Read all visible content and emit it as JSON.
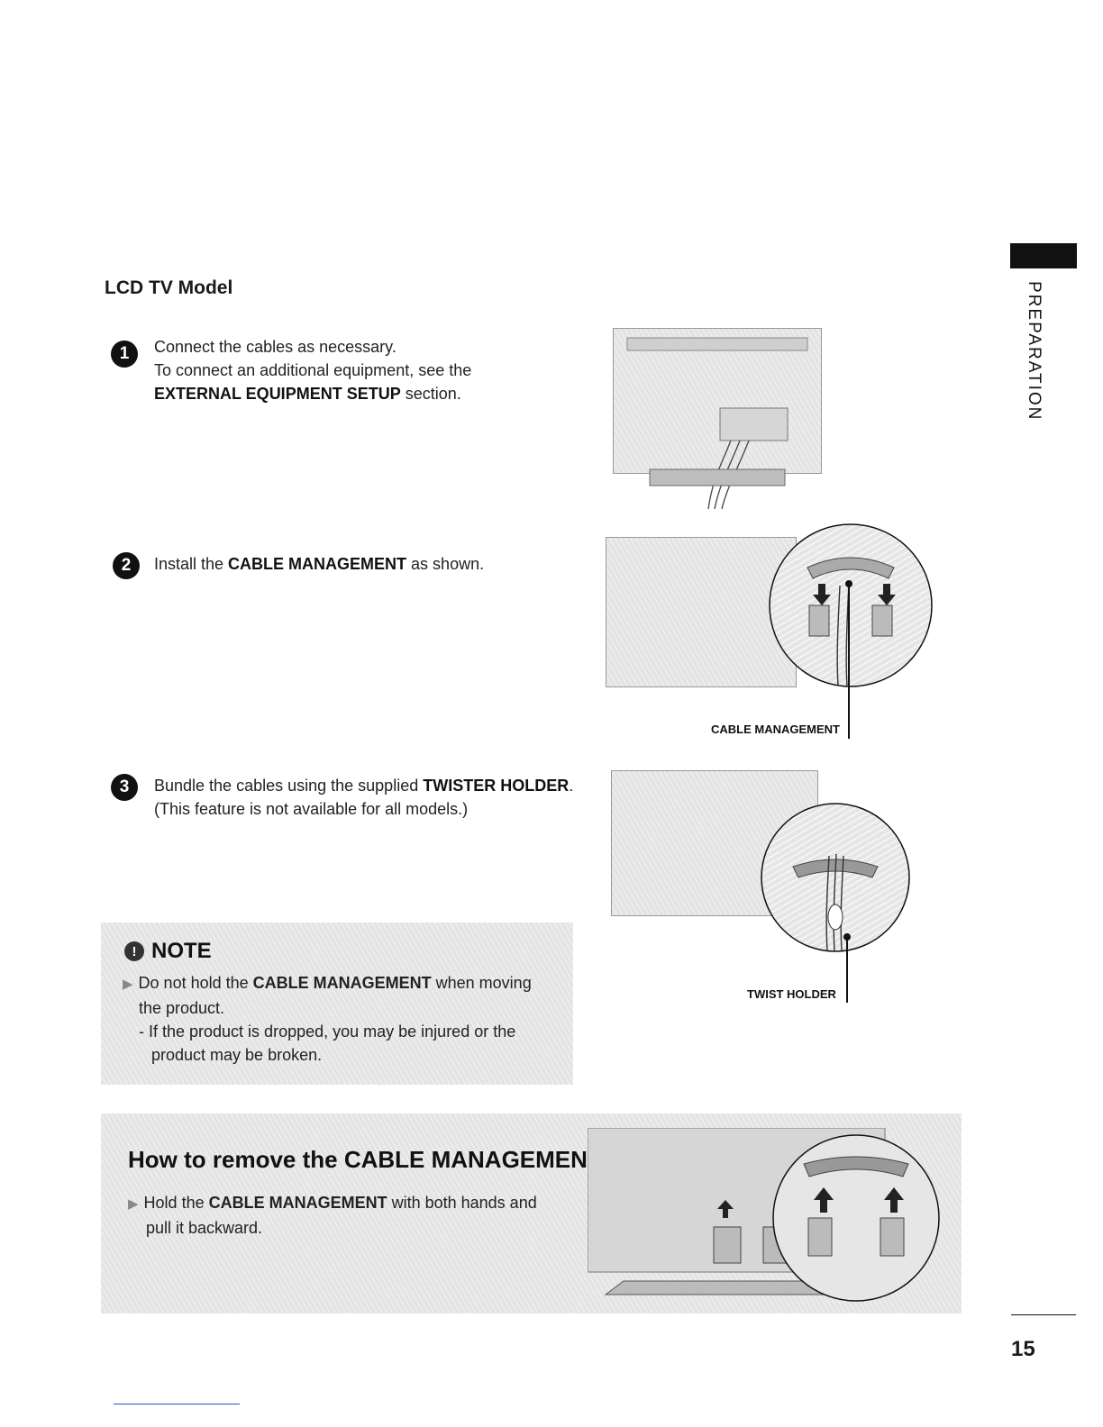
{
  "side_tab": {
    "label": "PREPARATION"
  },
  "section": {
    "title": "LCD TV Model"
  },
  "steps": [
    {
      "number": "1",
      "line1": "Connect the cables as necessary.",
      "line2": "To connect an additional equipment, see the",
      "bold": "EXTERNAL EQUIPMENT SETUP",
      "after": " section."
    },
    {
      "number": "2",
      "before": "Install the ",
      "bold": "CABLE MANAGEMENT",
      "after": " as shown."
    },
    {
      "number": "3",
      "before": "Bundle the cables using the supplied ",
      "bold": "TWISTER HOLDER",
      "after": ".",
      "line2": "(This feature is not available for all models.)"
    }
  ],
  "callouts": {
    "cable_management": "CABLE MANAGEMENT",
    "twist_holder": "TWIST HOLDER"
  },
  "note": {
    "icon": "!",
    "title": "NOTE",
    "item1_before": "Do not hold the ",
    "item1_bold": "CABLE MANAGEMENT",
    "item1_after": " when moving",
    "item1_line2": "the product.",
    "item2_line1": "- If the product is dropped, you may be injured or the",
    "item2_line2": "product may be broken."
  },
  "remove": {
    "title": "How to remove the CABLE MANAGEMENT",
    "before": "Hold the ",
    "bold": "CABLE MANAGEMENT",
    "after": " with both hands and",
    "line2": "pull it backward."
  },
  "page_number": "15"
}
